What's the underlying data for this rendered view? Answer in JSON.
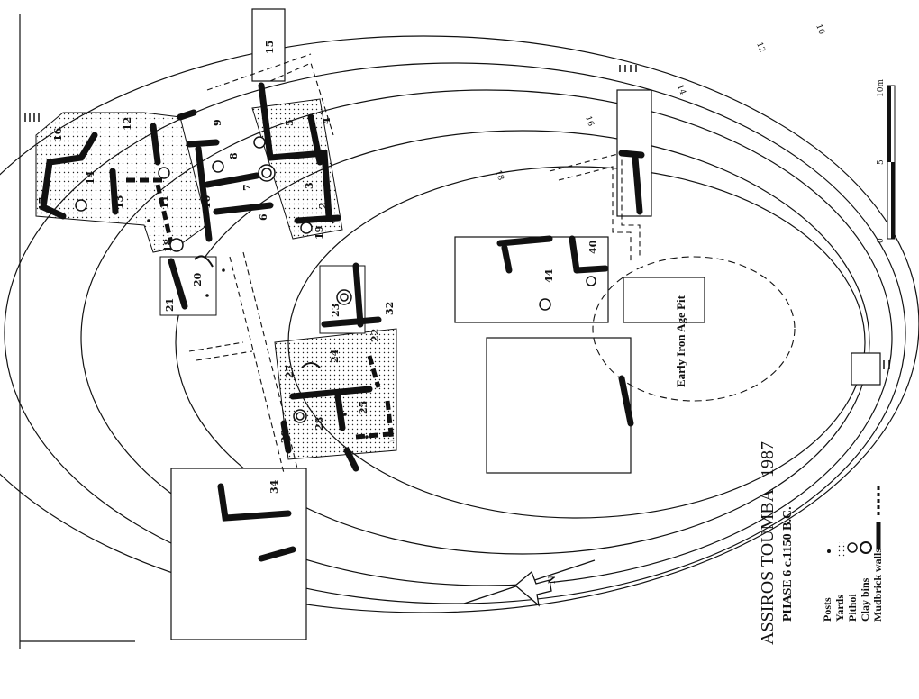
{
  "title": "ASSIROS TOUMBA",
  "year": "1987",
  "subtitle": "PHASE 6 c.1150 B.C.",
  "pit_label": "Early Iron Age Pit",
  "north_label": "N",
  "legend": {
    "items": [
      "Posts",
      "Yards",
      "Pithoi",
      "Clay bins",
      "Mudbrick walls"
    ]
  },
  "scale": {
    "labels": [
      "0",
      "5",
      "10m"
    ]
  },
  "contours": [
    "10",
    "12",
    "14",
    "16",
    "18"
  ],
  "rooms": [
    "1",
    "2",
    "3",
    "4",
    "5",
    "6",
    "7",
    "8",
    "9",
    "10",
    "11",
    "12",
    "13",
    "14",
    "15",
    "16",
    "17",
    "18",
    "19",
    "20",
    "21",
    "22",
    "23",
    "24",
    "25",
    "27",
    "28",
    "29",
    "32",
    "34",
    "40",
    "44"
  ]
}
